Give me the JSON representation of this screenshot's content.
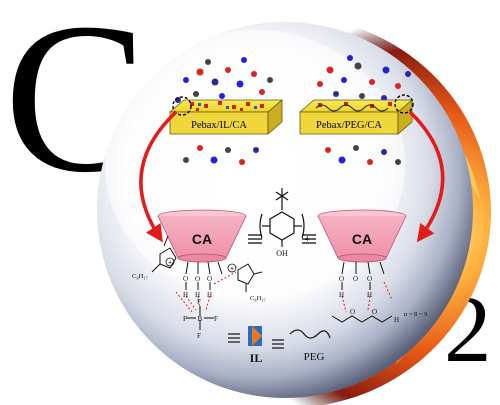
{
  "formula": {
    "main_letter": "C",
    "subscript": "2"
  },
  "membranes": {
    "left_label": "Pebax/IL/CA",
    "right_label": "Pebax/PEG/CA"
  },
  "cones": {
    "left_label": "CA",
    "right_label": "CA"
  },
  "calixarene": {
    "oh_label": "OH",
    "repeat_label": "4"
  },
  "legend": {
    "il_label": "IL",
    "peg_label": "PEG",
    "n_range": "n = 8 ~ 9"
  },
  "chemistry": {
    "chain_label": "C₈H₁₇",
    "anion_b": "B",
    "atom_f": "F",
    "atom_o": "O",
    "atom_h": "H",
    "charge_plus": "+",
    "charge_minus": "–"
  },
  "colors": {
    "sphere_core": "#ffffff",
    "fire_orange": "#e8681a",
    "fire_red": "#c8281a",
    "membrane_yellow": "#f4e33c",
    "cone_pink": "#f4a6b8",
    "arrow_red": "#e21b1b",
    "il_orange": "#e8781a",
    "il_blue": "#2a6cc0"
  }
}
